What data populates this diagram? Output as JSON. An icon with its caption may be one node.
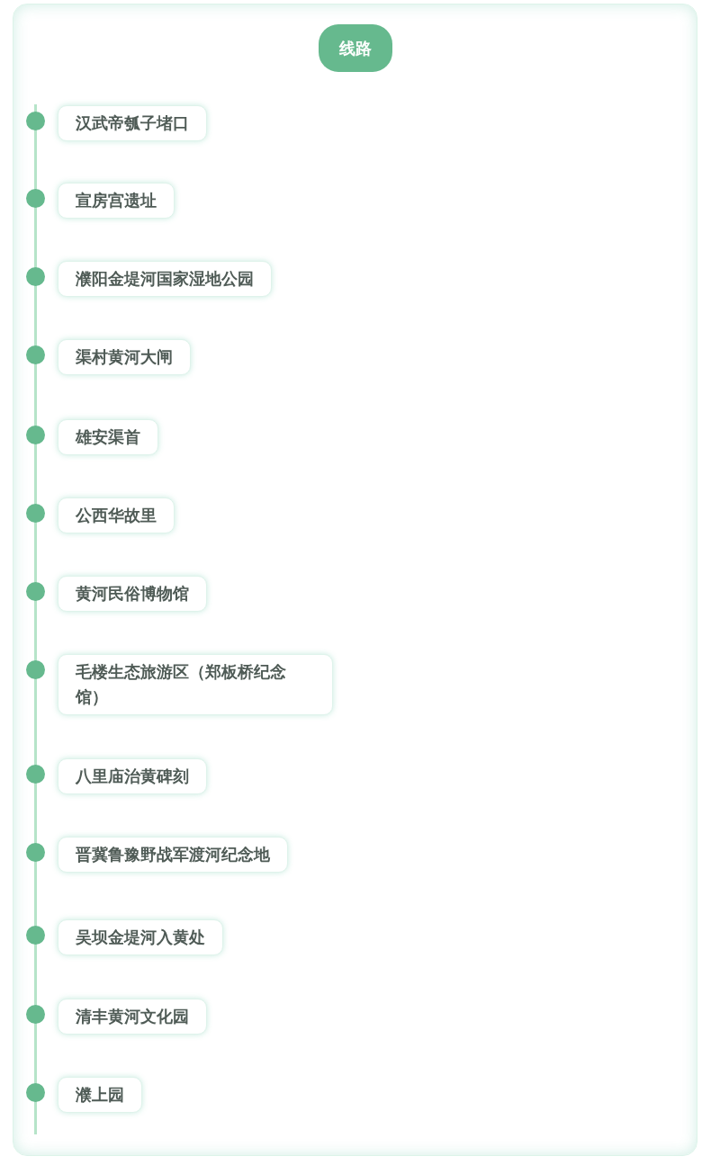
{
  "diagram": {
    "title": "线路",
    "nodes": [
      {
        "text": [
          "汉武帝瓠子堵口"
        ]
      },
      {
        "text": [
          "宣房宫遗址"
        ]
      },
      {
        "text": [
          "濮阳金堤河国家湿地公园"
        ]
      },
      {
        "text": [
          "渠村黄河大闸"
        ]
      },
      {
        "text": [
          "雄安渠首"
        ]
      },
      {
        "text": [
          "公西华故里"
        ]
      },
      {
        "text": [
          "黄河民俗博物馆"
        ]
      },
      {
        "text": [
          "毛楼生态旅游区（郑板桥纪念馆）"
        ]
      },
      {
        "text": [
          "八里庙治黄碑刻"
        ]
      },
      {
        "text": [
          "晋冀鲁豫野战军渡河纪念地"
        ]
      },
      {
        "text": [
          "吴坝金堤河入黄处"
        ]
      },
      {
        "text": [
          "清丰黄河文化园"
        ]
      },
      {
        "text": [
          "濮上园"
        ]
      }
    ]
  }
}
